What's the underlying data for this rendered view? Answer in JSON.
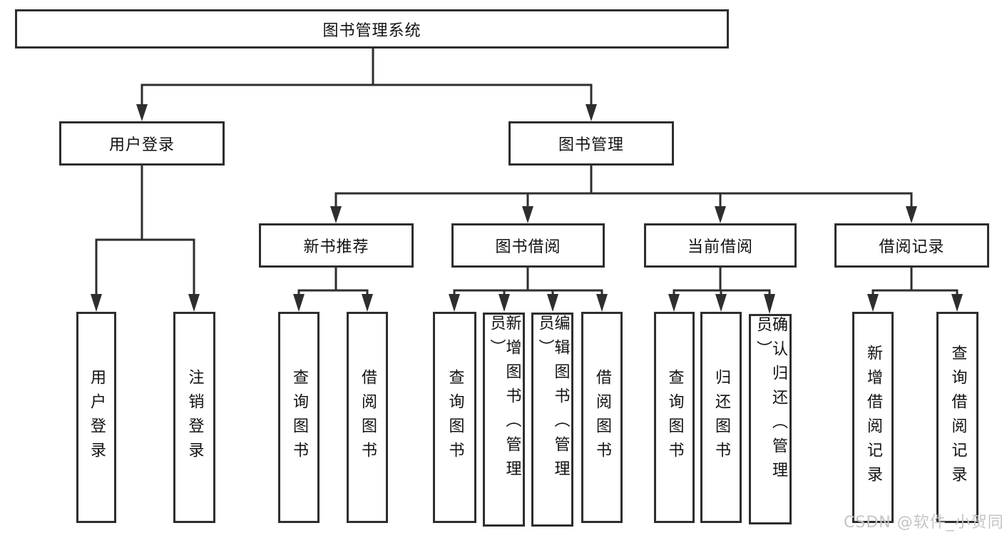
{
  "tree": {
    "root": {
      "label": "图书管理系统",
      "children": [
        {
          "label": "用户登录",
          "children": [
            {
              "label": "用户登录"
            },
            {
              "label": "注销登录"
            }
          ]
        },
        {
          "label": "图书管理",
          "children": [
            {
              "label": "新书推荐",
              "children": [
                {
                  "label": "查询图书"
                },
                {
                  "label": "借阅图书"
                }
              ]
            },
            {
              "label": "图书借阅",
              "children": [
                {
                  "label": "查询图书"
                },
                {
                  "label": "新增图书（管理员）"
                },
                {
                  "label": "编辑图书（管理员）"
                },
                {
                  "label": "借阅图书"
                }
              ]
            },
            {
              "label": "当前借阅",
              "children": [
                {
                  "label": "查询图书"
                },
                {
                  "label": "归还图书"
                },
                {
                  "label": "确认归还（管理员）"
                }
              ]
            },
            {
              "label": "借阅记录",
              "children": [
                {
                  "label": "新增借阅记录"
                },
                {
                  "label": "查询借阅记录"
                }
              ]
            }
          ]
        }
      ]
    }
  },
  "watermark": {
    "text": "CSDN @软件_小贺同学"
  },
  "colors": {
    "line": "#2e2e2e",
    "box_border": "#2e2e2e",
    "text": "#121212",
    "watermark": "#c5c5c5",
    "background": "#ffffff"
  }
}
